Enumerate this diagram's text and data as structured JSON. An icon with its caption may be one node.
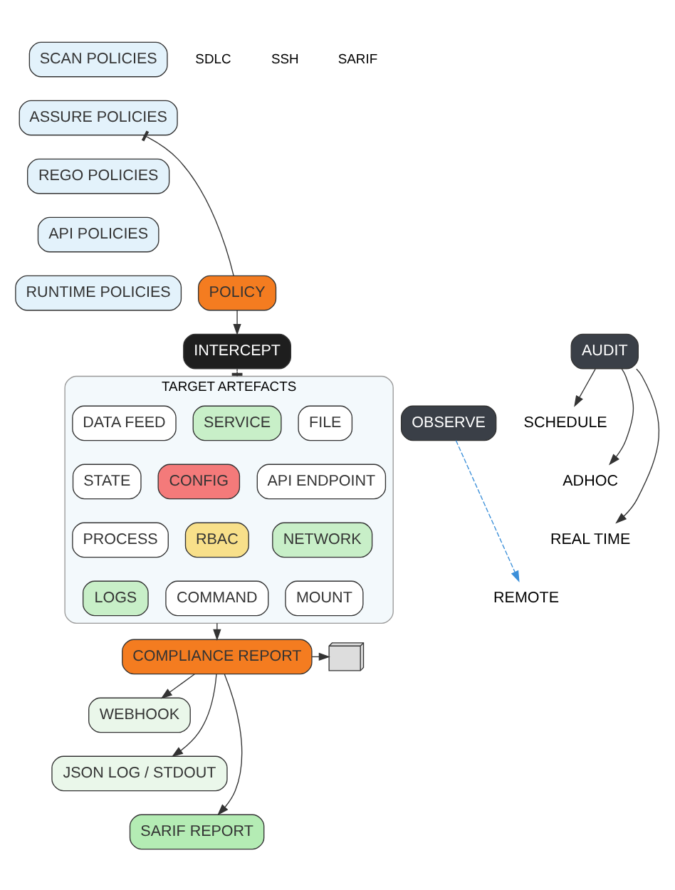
{
  "diagram": {
    "nodes": [
      {
        "text": [
          "SCAN POLICIES"
        ]
      },
      {
        "text": [
          "ASSURE POLICIES"
        ]
      },
      {
        "text": [
          "REGO POLICIES"
        ]
      },
      {
        "text": [
          "API POLICIES"
        ]
      },
      {
        "text": [
          "RUNTIME POLICIES"
        ]
      },
      {
        "text": [
          "POLICY"
        ]
      },
      {
        "text": [
          "INTERCEPT"
        ]
      },
      {
        "text": [
          "AUDIT"
        ]
      },
      {
        "text": [
          "OBSERVE"
        ]
      },
      {
        "text": [
          "SCHEDULE"
        ]
      },
      {
        "text": [
          "ADHOC"
        ]
      },
      {
        "text": [
          "REAL TIME"
        ]
      },
      {
        "text": [
          "REMOTE"
        ]
      },
      {
        "text": [
          "TARGET ARTEFACTS"
        ]
      },
      {
        "text": [
          "FILE"
        ],
        "in": 13
      },
      {
        "text": [
          "SERVICE"
        ],
        "in": 13
      },
      {
        "text": [
          "DATA FEED"
        ],
        "in": 13
      },
      {
        "text": [
          "API ENDPOINT"
        ],
        "in": 13
      },
      {
        "text": [
          "CONFIG"
        ],
        "in": 13
      },
      {
        "text": [
          "STATE"
        ],
        "in": 13
      },
      {
        "text": [
          "NETWORK"
        ],
        "in": 13
      },
      {
        "text": [
          "RBAC"
        ],
        "in": 13
      },
      {
        "text": [
          "PROCESS"
        ],
        "in": 13
      },
      {
        "text": [
          "MOUNT"
        ],
        "in": 13
      },
      {
        "text": [
          "COMMAND"
        ],
        "in": 13
      },
      {
        "text": [
          "LOGS"
        ],
        "in": 13
      },
      {
        "text": [
          "COMPLIANCE REPORT"
        ]
      },
      {
        "text": [],
        "shape": "picture"
      },
      {
        "text": [
          "WEBHOOK"
        ]
      },
      {
        "text": [
          "JSON LOG / STDOUT"
        ]
      },
      {
        "text": [
          "SARIF REPORT"
        ]
      }
    ],
    "edges": [
      {
        "from": 5,
        "to": 1,
        "arrow": "other"
      },
      {
        "from": 5,
        "to": 6,
        "arrow": "to"
      },
      {
        "from": 6,
        "to": 13,
        "arrow": "other"
      },
      {
        "from": 7,
        "to": 9,
        "arrow": "to"
      },
      {
        "from": 7,
        "to": 10,
        "arrow": "to"
      },
      {
        "from": 7,
        "to": 11,
        "arrow": "to"
      },
      {
        "from": 8,
        "to": 12,
        "arrow": "to",
        "style": "dashed",
        "color": "#3b8fd9"
      },
      {
        "from": 13,
        "to": 26,
        "arrow": "to"
      },
      {
        "from": 26,
        "to": 27,
        "arrow": "to"
      },
      {
        "from": 26,
        "to": 28,
        "arrow": "to"
      },
      {
        "from": 26,
        "to": 29,
        "arrow": "to"
      },
      {
        "from": 26,
        "to": 30,
        "arrow": "to"
      }
    ],
    "labels": [
      "SDLC",
      "SSH",
      "SARIF"
    ]
  }
}
